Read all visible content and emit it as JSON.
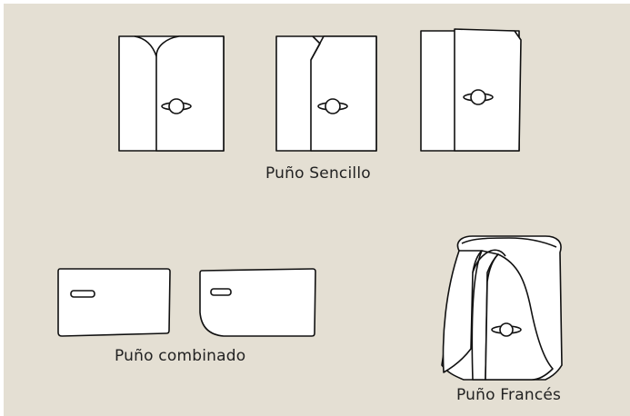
{
  "colors": {
    "background": "#e4dfd3",
    "outer_background": "#ffffff",
    "stroke": "#111111",
    "fill": "#ffffff",
    "text": "#222222"
  },
  "labels": {
    "single_cuff": "Puño Sencillo",
    "combination_cuff": "Puño combinado",
    "french_cuff": "Puño Francés"
  },
  "icons": {
    "button": "cufflink-button-icon",
    "buttonhole": "buttonhole-icon"
  }
}
